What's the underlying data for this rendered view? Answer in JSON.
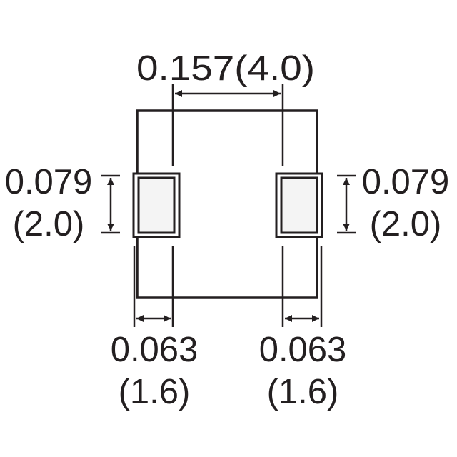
{
  "colors": {
    "line": "#231f20",
    "pad_fill": "#f4f4f4",
    "background": "#ffffff"
  },
  "dimensions": {
    "body_width": {
      "inch": "0.157(4.0)"
    },
    "pad_height_left": {
      "inch": "0.079",
      "mm": "(2.0)"
    },
    "pad_height_right": {
      "inch": "0.079",
      "mm": "(2.0)"
    },
    "pad_width_left": {
      "inch": "0.063",
      "mm": "(1.6)"
    },
    "pad_width_right": {
      "inch": "0.063",
      "mm": "(1.6)"
    }
  }
}
